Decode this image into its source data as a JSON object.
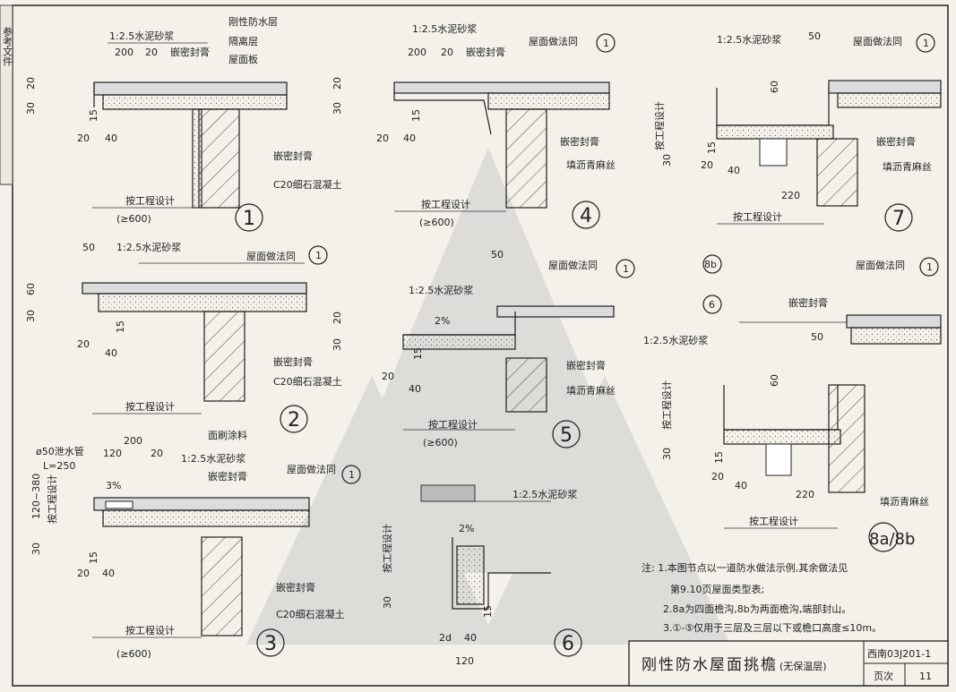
{
  "side_text": "参考文件",
  "labels": {
    "mortar_1_2_5": "1:2.5水泥砂浆",
    "rigid_layer": "刚性防水层",
    "isolation": "隔离层",
    "roof_slab": "屋面板",
    "sealant": "嵌密封膏",
    "concrete_c20": "C20细石混凝土",
    "per_design": "按工程设计",
    "ge600": "(≥600)",
    "roof_same": "屋面做法同",
    "hemp": "填沥青麻丝",
    "paint": "面刷涂料",
    "pipe": "ø50泄水管",
    "pipe_len": "L=250",
    "pct2": "2%",
    "pct3": "3%",
    "range": "120~380",
    "per_design_v": "按工程设计",
    "d200": "200",
    "d20": "20",
    "d50": "50",
    "d60": "60",
    "d30": "30",
    "d15": "15",
    "d40": "40",
    "d120": "120",
    "d220": "220",
    "d2d": "2d",
    "d8a": "8a",
    "d8b": "8b",
    "d6": "6"
  },
  "details": [
    "1",
    "2",
    "3",
    "4",
    "5",
    "6",
    "7",
    "8a/8b"
  ],
  "ref_circle_top": "1",
  "ref_circle_bottom": "—",
  "notes": {
    "head": "注: 1.本图节点以一道防水做法示例,其余做法见",
    "line1b": "第9.10页屋面类型表;",
    "line2": "2.8a为四面檐沟,8b为两面檐沟,端部封山。",
    "line3": "3.①-⑤仅用于三层及三层以下或檐口高度≤10m。"
  },
  "title_block": {
    "title": "刚性防水屋面挑檐",
    "subtitle": "(无保温层)",
    "atlas": "西南03J201-1",
    "page_label": "页次",
    "page_no": "11"
  }
}
